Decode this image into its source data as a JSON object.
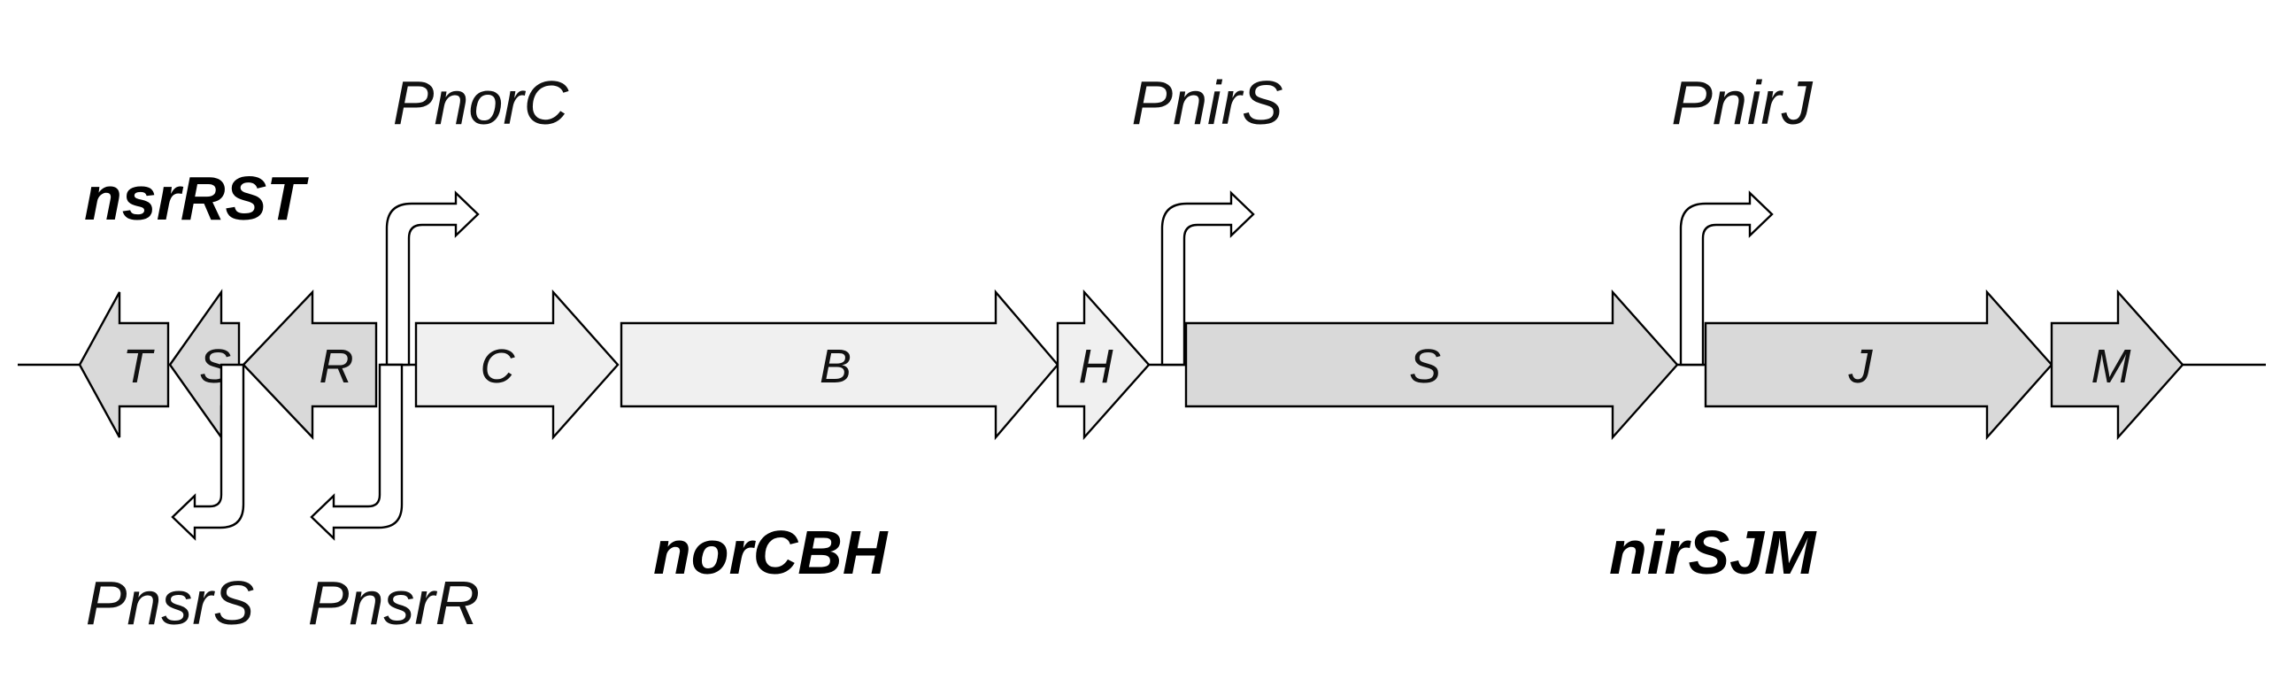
{
  "operons": [
    {
      "id": "nsrRST",
      "label": "nsrRST"
    },
    {
      "id": "norCBH",
      "label": "norCBH"
    },
    {
      "id": "nirSJM",
      "label": "nirSJM"
    }
  ],
  "genes": [
    {
      "id": "nsrT",
      "label": "T",
      "direction": "left",
      "color": "#d9d9d9"
    },
    {
      "id": "nsrS",
      "label": "S",
      "direction": "left",
      "color": "#d9d9d9"
    },
    {
      "id": "nsrR",
      "label": "R",
      "direction": "left",
      "color": "#d9d9d9"
    },
    {
      "id": "norC",
      "label": "C",
      "direction": "right",
      "color": "#f0f0f0"
    },
    {
      "id": "norB",
      "label": "B",
      "direction": "right",
      "color": "#f0f0f0"
    },
    {
      "id": "norH",
      "label": "H",
      "direction": "right",
      "color": "#f0f0f0"
    },
    {
      "id": "nirS",
      "label": "S",
      "direction": "right",
      "color": "#d9d9d9"
    },
    {
      "id": "nirJ",
      "label": "J",
      "direction": "right",
      "color": "#d9d9d9"
    },
    {
      "id": "nirM",
      "label": "M",
      "direction": "right",
      "color": "#d9d9d9"
    }
  ],
  "promoters": [
    {
      "id": "PnorC",
      "label": "PnorC",
      "direction": "right"
    },
    {
      "id": "PnirS",
      "label": "PnirS",
      "direction": "right"
    },
    {
      "id": "PnirJ",
      "label": "PnirJ",
      "direction": "right"
    },
    {
      "id": "PnsrS",
      "label": "PnsrS",
      "direction": "left"
    },
    {
      "id": "PnsrR",
      "label": "PnsrR",
      "direction": "left"
    }
  ]
}
